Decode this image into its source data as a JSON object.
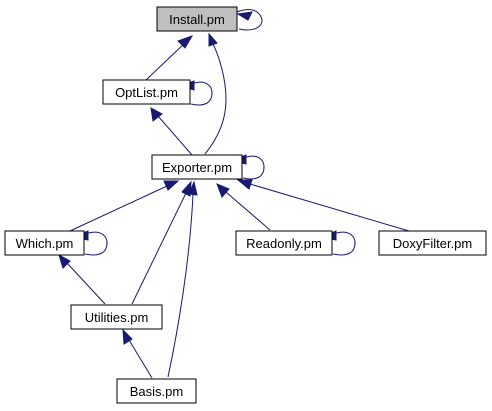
{
  "diagram": {
    "colors": {
      "edge": "#191970",
      "node_border": "#000000",
      "node_fill": "#ffffff",
      "highlight_fill": "#bfbfbf"
    },
    "nodes": {
      "install": "Install.pm",
      "optlist": "OptList.pm",
      "exporter": "Exporter.pm",
      "which": "Which.pm",
      "readonly": "Readonly.pm",
      "doxyfilter": "DoxyFilter.pm",
      "utilities": "Utilities.pm",
      "basis": "Basis.pm"
    },
    "edges": [
      {
        "from": "optlist",
        "to": "install"
      },
      {
        "from": "exporter",
        "to": "install"
      },
      {
        "from": "exporter",
        "to": "optlist"
      },
      {
        "from": "which",
        "to": "exporter"
      },
      {
        "from": "utilities",
        "to": "exporter"
      },
      {
        "from": "basis",
        "to": "exporter"
      },
      {
        "from": "readonly",
        "to": "exporter"
      },
      {
        "from": "doxyfilter",
        "to": "exporter"
      },
      {
        "from": "utilities",
        "to": "which"
      },
      {
        "from": "basis",
        "to": "utilities"
      },
      {
        "from": "install",
        "to": "install"
      },
      {
        "from": "optlist",
        "to": "optlist"
      },
      {
        "from": "exporter",
        "to": "exporter"
      },
      {
        "from": "which",
        "to": "which"
      },
      {
        "from": "readonly",
        "to": "readonly"
      }
    ]
  }
}
